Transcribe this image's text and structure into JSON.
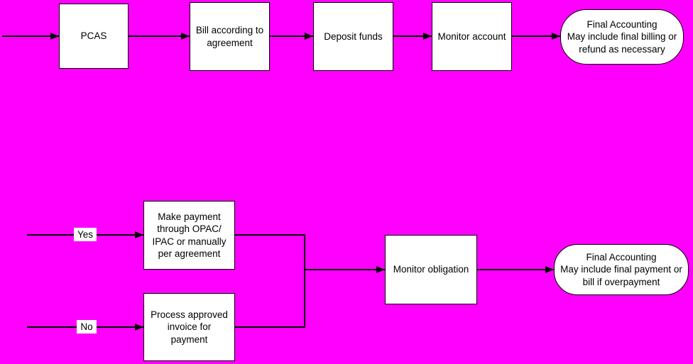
{
  "colors": {
    "background": "#FF00FF",
    "node_fill": "#FFFFFF",
    "node_border": "#000000",
    "line": "#000000",
    "text": "#000000"
  },
  "top_flow": {
    "pcas": "PCAS",
    "bill": "Bill according to\nagreement",
    "deposit": "Deposit funds",
    "monitor_account": "Monitor account",
    "final_accounting": "Final Accounting\nMay include final billing or\nrefund as necessary"
  },
  "bottom_flow": {
    "yes_label": "Yes",
    "no_label": "No",
    "make_payment": "Make payment\nthrough OPAC/\nIPAC or manually\nper agreement",
    "process_invoice": "Process approved\ninvoice for\npayment",
    "monitor_obligation": "Monitor obligation",
    "final_accounting": "Final Accounting\nMay include final payment or\nbill if overpayment"
  }
}
